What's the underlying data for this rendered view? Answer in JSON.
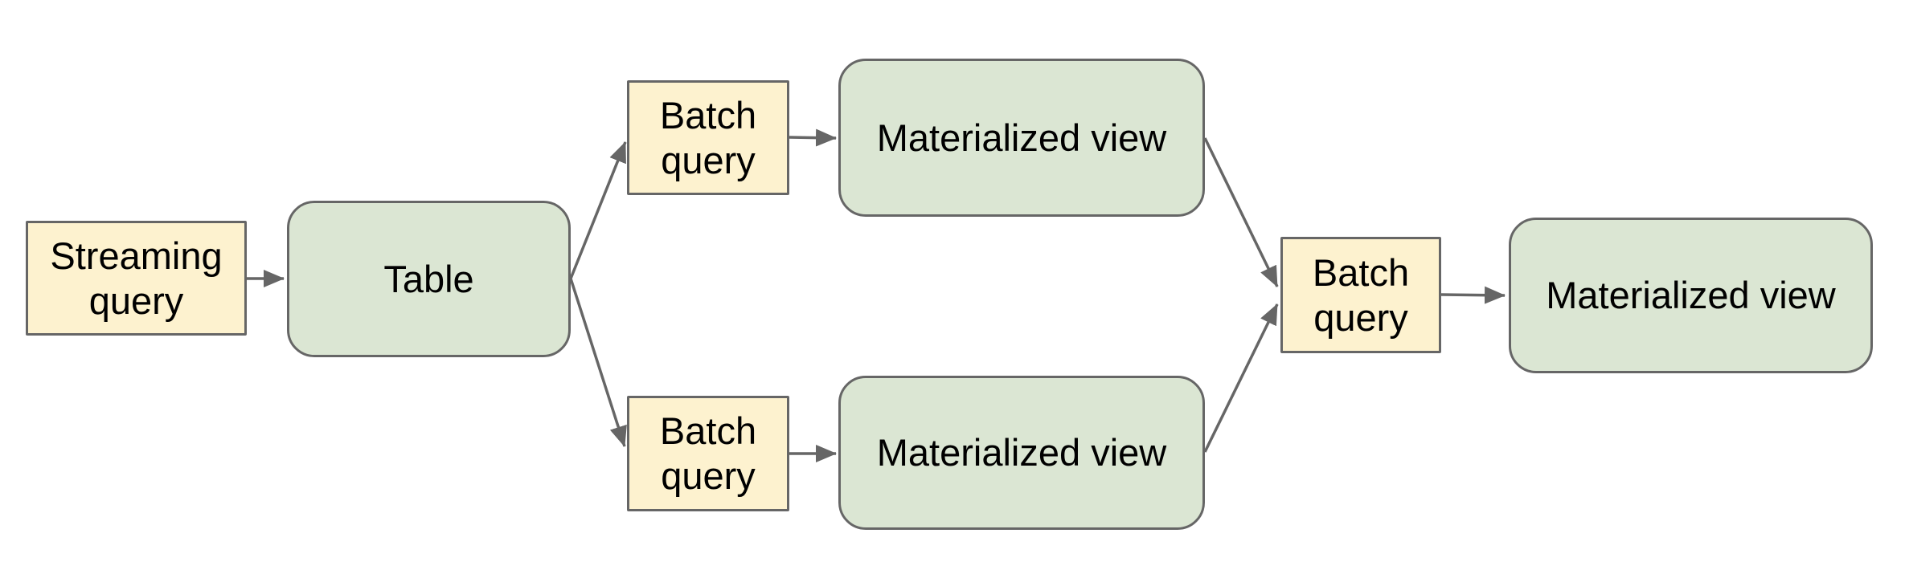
{
  "diagram": {
    "background": "#ffffff",
    "palette": {
      "query_node_fill": "#fdf2cf",
      "store_node_fill": "#dbe6d3",
      "node_border": "#666666",
      "arrow": "#666666",
      "text": "#000000"
    },
    "nodes": [
      {
        "id": "streaming-query",
        "label": "Streaming query",
        "kind": "query"
      },
      {
        "id": "table",
        "label": "Table",
        "kind": "store"
      },
      {
        "id": "batch-query-top",
        "label": "Batch query",
        "kind": "query"
      },
      {
        "id": "materialized-view-top",
        "label": "Materialized view",
        "kind": "store"
      },
      {
        "id": "batch-query-bottom",
        "label": "Batch query",
        "kind": "query"
      },
      {
        "id": "materialized-view-bottom",
        "label": "Materialized view",
        "kind": "store"
      },
      {
        "id": "batch-query-merge",
        "label": "Batch query",
        "kind": "query"
      },
      {
        "id": "materialized-view-final",
        "label": "Materialized view",
        "kind": "store"
      }
    ],
    "edges": [
      {
        "from": "streaming-query",
        "to": "table"
      },
      {
        "from": "table",
        "to": "batch-query-top"
      },
      {
        "from": "table",
        "to": "batch-query-bottom"
      },
      {
        "from": "batch-query-top",
        "to": "materialized-view-top"
      },
      {
        "from": "batch-query-bottom",
        "to": "materialized-view-bottom"
      },
      {
        "from": "materialized-view-top",
        "to": "batch-query-merge"
      },
      {
        "from": "materialized-view-bottom",
        "to": "batch-query-merge"
      },
      {
        "from": "batch-query-merge",
        "to": "materialized-view-final"
      }
    ]
  }
}
